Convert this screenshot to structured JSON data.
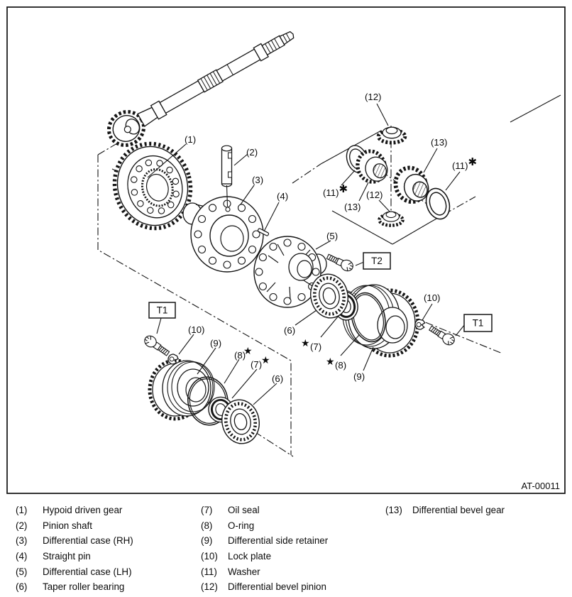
{
  "diagram": {
    "code": "AT-00011",
    "callouts": {
      "c1": "(1)",
      "c2": "(2)",
      "c3": "(3)",
      "c4": "(4)",
      "c5": "(5)",
      "c6": "(6)",
      "c7": "(7)",
      "c8": "(8)",
      "c9": "(9)",
      "c10": "(10)",
      "c11": "(11)",
      "c12": "(12)",
      "c13": "(13)"
    },
    "torque": {
      "t1": "T1",
      "t2": "T2"
    },
    "marks": {
      "star": "★",
      "asterisk": "✱"
    }
  },
  "legend": {
    "columns": [
      {
        "items": [
          {
            "num": "(1)",
            "label": "Hypoid driven gear"
          },
          {
            "num": "(2)",
            "label": "Pinion shaft"
          },
          {
            "num": "(3)",
            "label": "Differential case (RH)"
          },
          {
            "num": "(4)",
            "label": "Straight pin"
          },
          {
            "num": "(5)",
            "label": "Differential case (LH)"
          },
          {
            "num": "(6)",
            "label": "Taper roller bearing"
          }
        ]
      },
      {
        "items": [
          {
            "num": "(7)",
            "label": "Oil seal"
          },
          {
            "num": "(8)",
            "label": "O-ring"
          },
          {
            "num": "(9)",
            "label": "Differential side retainer"
          },
          {
            "num": "(10)",
            "label": "Lock plate"
          },
          {
            "num": "(11)",
            "label": "Washer"
          },
          {
            "num": "(12)",
            "label": "Differential bevel pinion"
          }
        ]
      },
      {
        "items": [
          {
            "num": "(13)",
            "label": "Differential bevel gear"
          }
        ]
      }
    ]
  }
}
